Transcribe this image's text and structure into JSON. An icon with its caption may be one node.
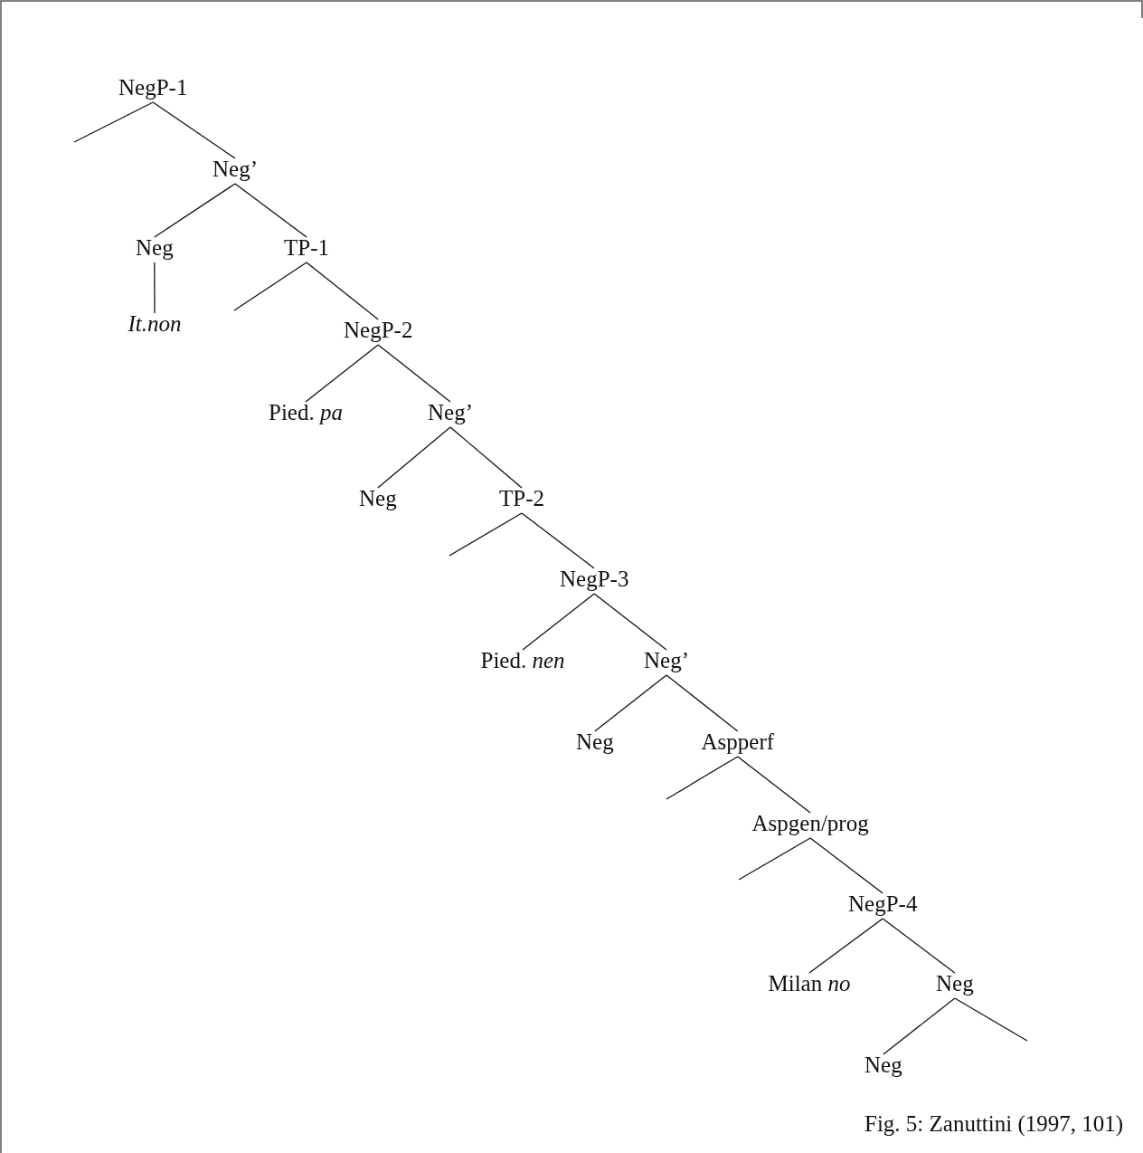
{
  "diagram": {
    "caption": "Fig. 5: Zanuttini (1997, 101)",
    "nodes": [
      {
        "text": [
          "NegP-1"
        ]
      },
      {
        "text": [
          "Neg’"
        ]
      },
      {
        "text": [
          "Neg"
        ]
      },
      {
        "text": [
          "TP-1"
        ]
      },
      {
        "text": [
          "It.non"
        ]
      },
      {
        "text": [
          "NegP-2"
        ]
      },
      {
        "text": [
          "Pied. *pa*"
        ]
      },
      {
        "text": [
          "Neg’"
        ]
      },
      {
        "text": [
          "Neg"
        ]
      },
      {
        "text": [
          "TP-2"
        ]
      },
      {
        "text": [
          "NegP-3"
        ]
      },
      {
        "text": [
          "Pied. *nen*"
        ]
      },
      {
        "text": [
          "Neg’"
        ]
      },
      {
        "text": [
          "Neg"
        ]
      },
      {
        "text": [
          "Aspperf"
        ]
      },
      {
        "text": [
          "Aspgen/prog"
        ]
      },
      {
        "text": [
          "NegP-4"
        ]
      },
      {
        "text": [
          "Milan *no*"
        ]
      },
      {
        "text": [
          "Neg"
        ]
      },
      {
        "text": [
          "Neg"
        ]
      }
    ],
    "edges": [
      {
        "from": 0,
        "to": null,
        "arrow": "none"
      },
      {
        "from": 0,
        "to": 1,
        "arrow": "none"
      },
      {
        "from": 1,
        "to": 2,
        "arrow": "none"
      },
      {
        "from": 1,
        "to": 3,
        "arrow": "none"
      },
      {
        "from": 2,
        "to": 4,
        "arrow": "none"
      },
      {
        "from": 3,
        "to": null,
        "arrow": "none"
      },
      {
        "from": 3,
        "to": 5,
        "arrow": "none"
      },
      {
        "from": 5,
        "to": 6,
        "arrow": "none"
      },
      {
        "from": 5,
        "to": 7,
        "arrow": "none"
      },
      {
        "from": 7,
        "to": 8,
        "arrow": "none"
      },
      {
        "from": 7,
        "to": 9,
        "arrow": "none"
      },
      {
        "from": 9,
        "to": null,
        "arrow": "none"
      },
      {
        "from": 9,
        "to": 10,
        "arrow": "none"
      },
      {
        "from": 10,
        "to": 11,
        "arrow": "none"
      },
      {
        "from": 10,
        "to": 12,
        "arrow": "none"
      },
      {
        "from": 12,
        "to": 13,
        "arrow": "none"
      },
      {
        "from": 12,
        "to": 14,
        "arrow": "none"
      },
      {
        "from": 14,
        "to": null,
        "arrow": "none"
      },
      {
        "from": 14,
        "to": 15,
        "arrow": "none"
      },
      {
        "from": 15,
        "to": null,
        "arrow": "none"
      },
      {
        "from": 15,
        "to": 16,
        "arrow": "none"
      },
      {
        "from": 16,
        "to": 17,
        "arrow": "none"
      },
      {
        "from": 16,
        "to": 18,
        "arrow": "none"
      },
      {
        "from": 18,
        "to": 19,
        "arrow": "none"
      },
      {
        "from": 18,
        "to": null,
        "arrow": "none"
      }
    ]
  }
}
